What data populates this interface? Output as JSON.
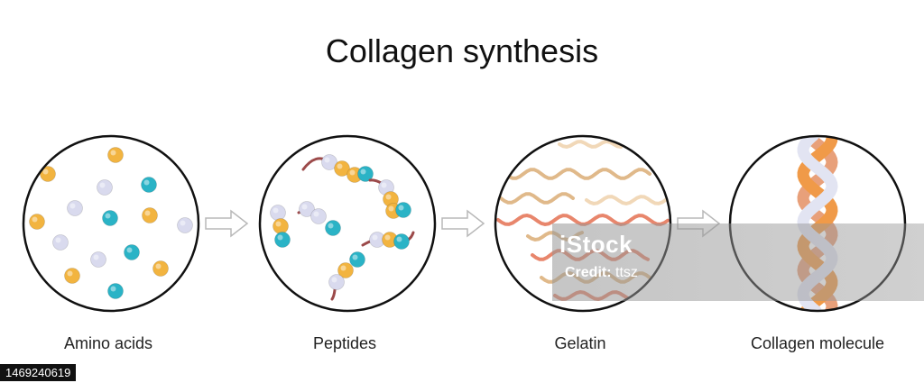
{
  "title": "Collagen synthesis",
  "stages": [
    {
      "label": "Amino acids"
    },
    {
      "label": "Peptides"
    },
    {
      "label": "Gelatin"
    },
    {
      "label": "Collagen molecule"
    }
  ],
  "colors": {
    "outline": "#111111",
    "amino_yellow": "#F2B440",
    "amino_white": "#D9DAEE",
    "amino_cyan": "#2AB3C6",
    "chain_brown": "#9C4A4A",
    "gelatin_tan": "#E0B98A",
    "gelatin_light": "#F1D8B8",
    "gelatin_salmon": "#E8866C",
    "strand_orange": "#F09A48",
    "strand_white": "#E2E4F2",
    "arrow": "#B8B8B8"
  },
  "watermark": {
    "logo": "iStock",
    "credit_label": "Credit:",
    "credit_name": "ttsz"
  },
  "image_id": "1469240619"
}
